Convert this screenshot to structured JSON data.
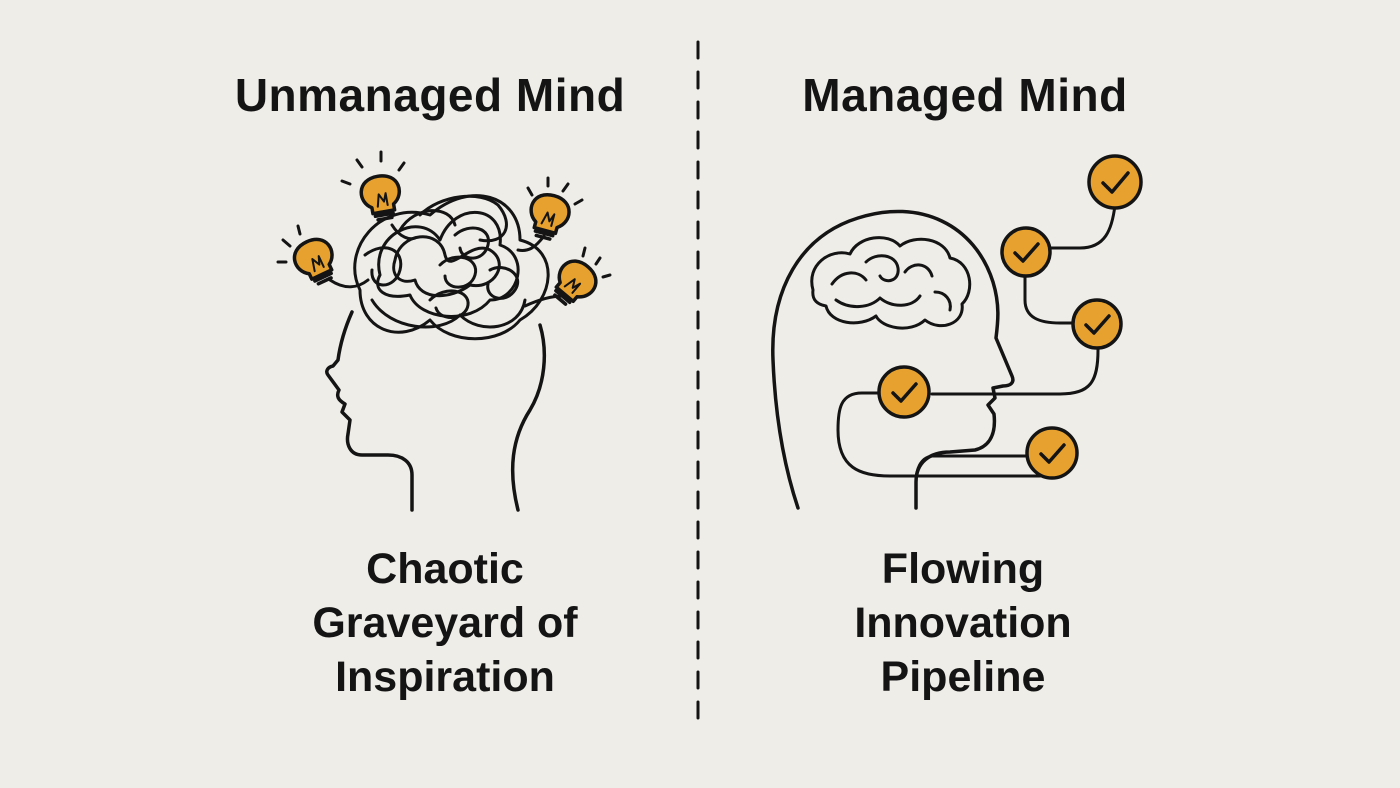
{
  "left_panel": {
    "title": "Unmanaged Mind",
    "caption_lines": [
      "Chaotic",
      "Graveyard of",
      "Inspiration"
    ]
  },
  "right_panel": {
    "title": "Managed Mind",
    "caption_lines": [
      "Flowing",
      "Innovation",
      "Pipeline"
    ]
  },
  "colors": {
    "background": "#efede8",
    "ink": "#141414",
    "accent": "#e6a12f"
  },
  "icons": {
    "left": [
      "head-silhouette-icon",
      "tangled-scribble-icon",
      "lightbulb-icon"
    ],
    "right": [
      "head-silhouette-icon",
      "brain-icon",
      "checkmark-circle-icon"
    ]
  }
}
